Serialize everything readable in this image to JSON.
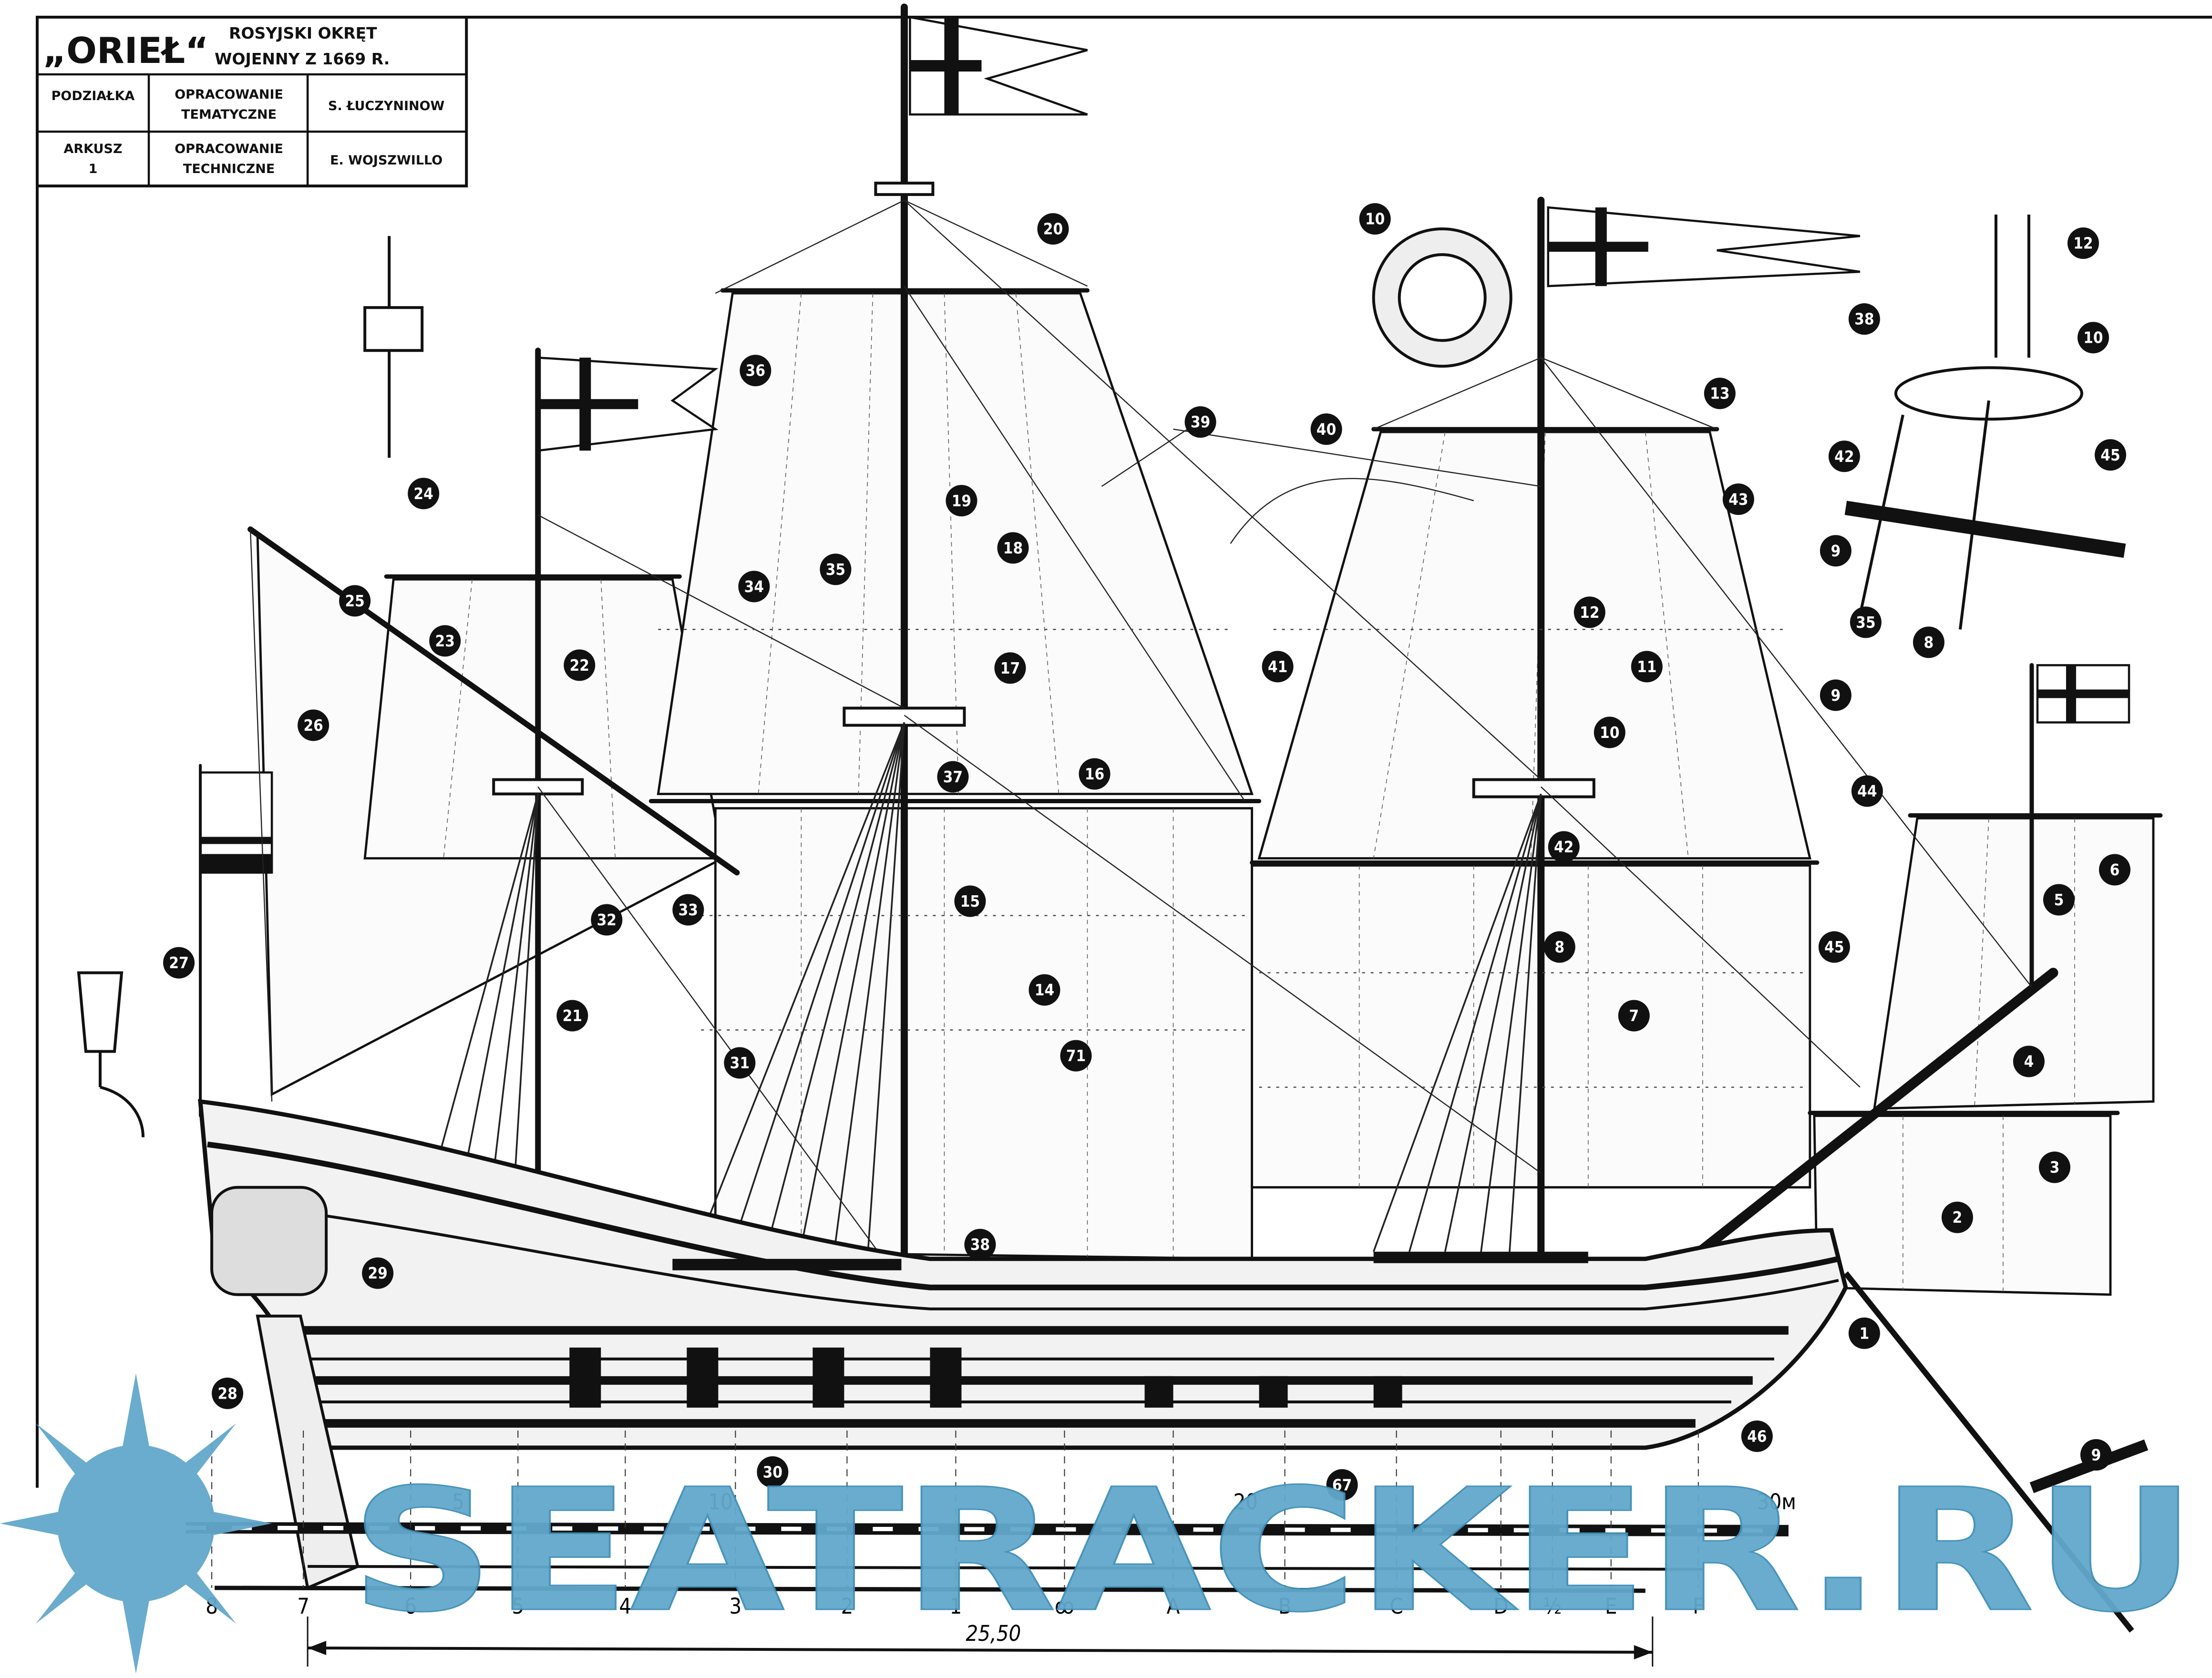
{
  "title_block": {
    "ship_name": "„ORIEŁ“",
    "subtitle_line1": "ROSYJSKI OKRĘT",
    "subtitle_line2": "WOJENNY Z 1669 R.",
    "scale_label": "PODZIAŁKA",
    "sheet_label": "ARKUSZ",
    "sheet_number": "1",
    "thematic_label_1": "OPRACOWANIE",
    "thematic_label_2": "TEMATYCZNE",
    "thematic_author": "S. ŁUCZYNINOW",
    "technical_label_1": "OPRACOWANIE",
    "technical_label_2": "TECHNICZNE",
    "technical_author": "E. WOJSZWILLO"
  },
  "callouts": [
    "20",
    "10",
    "12",
    "38",
    "10",
    "36",
    "39",
    "40",
    "13",
    "42",
    "45",
    "24",
    "19",
    "43",
    "18",
    "9",
    "35",
    "25",
    "34",
    "12",
    "35",
    "8",
    "23",
    "41",
    "22",
    "17",
    "11",
    "9",
    "26",
    "10",
    "37",
    "16",
    "44",
    "6",
    "42",
    "5",
    "15",
    "32",
    "33",
    "8",
    "45",
    "27",
    "14",
    "21",
    "7",
    "71",
    "31",
    "4",
    "3",
    "2",
    "38",
    "29",
    "1",
    "28",
    "46",
    "30",
    "67",
    "9"
  ],
  "scale_bar": {
    "ticks": [
      "5",
      "10",
      "20",
      "30м"
    ]
  },
  "stations": [
    "8",
    "7",
    "6",
    "5",
    "4",
    "3",
    "2",
    "1",
    "ꝏ",
    "A",
    "B",
    "C",
    "D",
    "½",
    "E",
    "F"
  ],
  "dimension": "25,50",
  "watermark": "SEATRACKER.RU",
  "colors": {
    "ink": "#111111",
    "watermark": "#62a8cc"
  }
}
